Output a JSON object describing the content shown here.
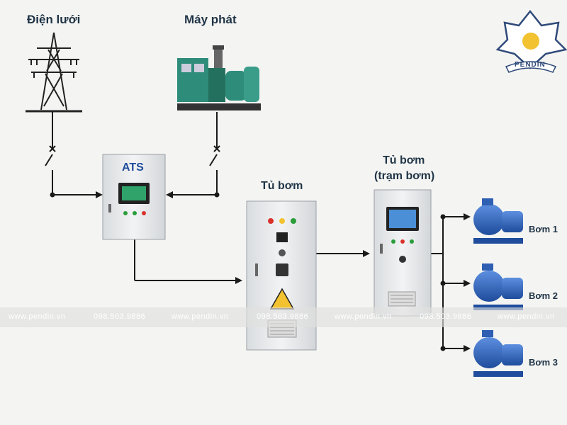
{
  "labels": {
    "grid": "Điện lưới",
    "generator": "Máy phát",
    "ats": "ATS",
    "pump_cabinet": "Tủ bơm",
    "pump_station_title": "Tủ bơm",
    "pump_station_sub": "(trạm bơm)",
    "pump1": "Bơm 1",
    "pump2": "Bơm 2",
    "pump3": "Bơm 3"
  },
  "logo": {
    "text": "PENDIN"
  },
  "watermark": {
    "url": "www.pendin.vn",
    "phone": "098.503.9886"
  },
  "colors": {
    "line": "#1a1a1a",
    "cabinet": "#e9ebed",
    "pump": "#2f5fb3",
    "generator": "#2e8c7a",
    "logo_accent": "#f2c230",
    "logo_frame": "#2f4a7a",
    "text": "#1f3446"
  }
}
